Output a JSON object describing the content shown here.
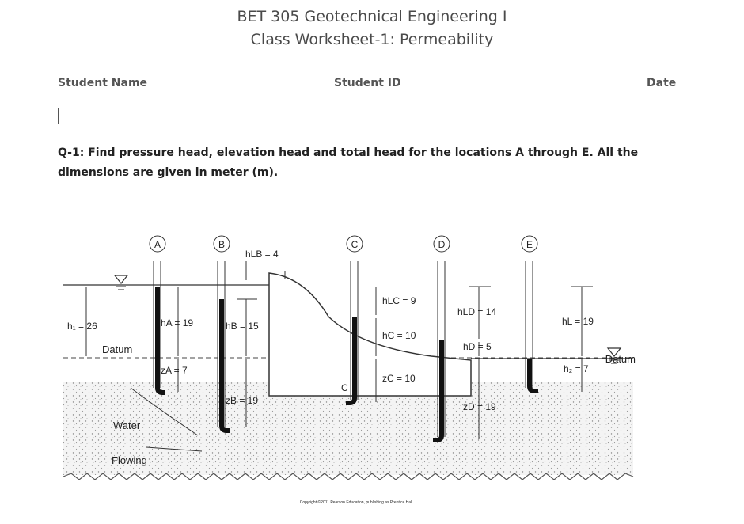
{
  "header": {
    "title_line1": "BET 305 Geotechnical Engineering I",
    "title_line2": "Class Worksheet-1: Permeability",
    "student_name_label": "Student Name",
    "student_id_label": "Student ID",
    "date_label": "Date"
  },
  "question": {
    "line1": "Q-1: Find pressure head, elevation head and total head for the locations A through E. All the",
    "line2": "dimensions are given in meter (m)."
  },
  "figure": {
    "point_labels": [
      "A",
      "B",
      "C",
      "D",
      "E"
    ],
    "h1": "h₁ = 26",
    "hA": "hA = 19",
    "zA": "zA = 7",
    "hB": "hB = 15",
    "zB": "zB = 19",
    "hLB": "hLB = 4",
    "hLC": "hLC = 9",
    "hC": "hC = 10",
    "zC": "zC = 10",
    "hLD": "hLD = 14",
    "hD": "hD = 5",
    "zD": "zD = 19",
    "hL": "hL = 19",
    "h2": "h₂ = 7",
    "datum_left": "Datum",
    "datum_right": "Datum",
    "water": "Water",
    "flowing": "Flowing",
    "c_small": "C",
    "copyright": "Copyright ©2011 Pearson Education, publishing as Prentice Hall"
  }
}
